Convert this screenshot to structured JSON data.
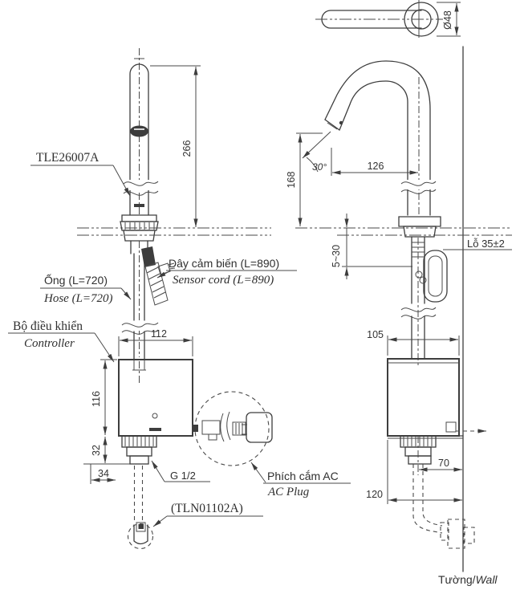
{
  "labels": {
    "model": "TLE26007A",
    "sensor_cord_vi": "Dây cảm biến (L=890)",
    "sensor_cord_en": "Sensor cord (L=890)",
    "hose_vi": "Ống (L=720)",
    "hose_en": "Hose (L=720)",
    "controller_vi": "Bộ điều khiển",
    "controller_en": "Controller",
    "thread": "G 1/2",
    "stop_valve_code": "(TLN01102A)",
    "ac_plug_vi": "Phích cắm AC",
    "ac_plug_en": "AC Plug",
    "hole": "Lỗ 35±2",
    "wall_vi": "Tường/",
    "wall_en": "Wall"
  },
  "dimensions": {
    "top_diameter": "Ø48",
    "spout_height": "266",
    "outlet_height": "168",
    "spout_reach": "126",
    "spout_angle": "30°",
    "deck_thickness": "5~30",
    "controller_width": "112",
    "controller_height": "116",
    "fitting_height": "32",
    "fitting_offset": "34",
    "controller_depth": "105",
    "cord_wall_offset": "70",
    "controller_wall_offset": "120"
  }
}
